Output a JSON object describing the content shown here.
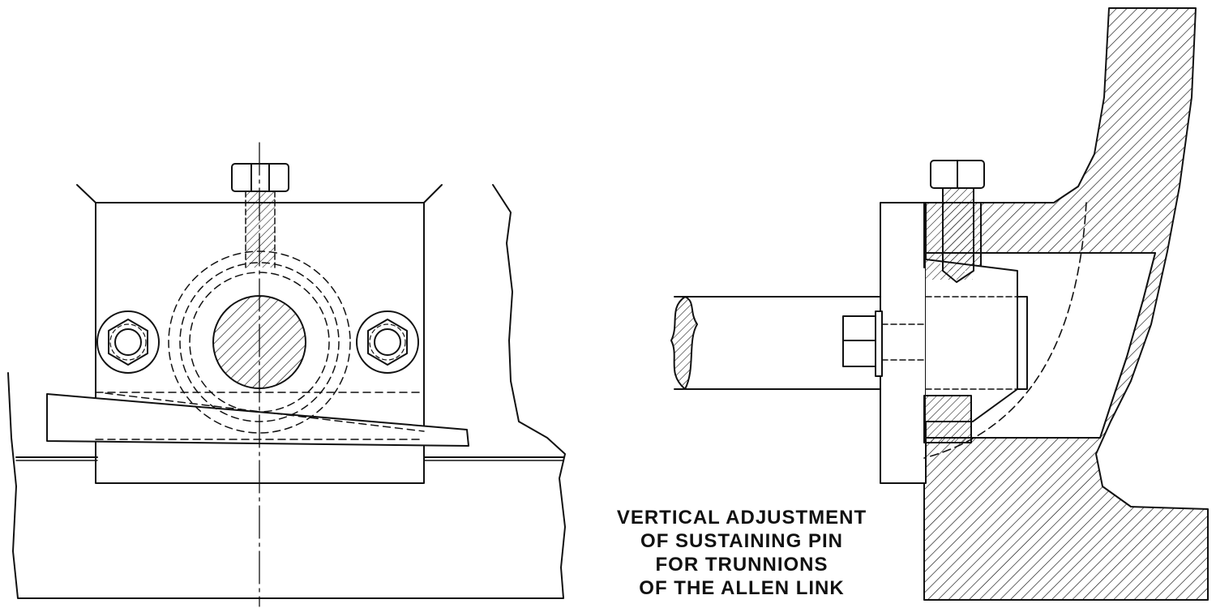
{
  "caption": {
    "lines": [
      "VERTICAL ADJUSTMENT",
      "OF SUSTAINING PIN",
      "FOR TRUNNIONS",
      "OF THE ALLEN LINK"
    ]
  },
  "colors": {
    "ink": "#111111",
    "paper": "#ffffff"
  }
}
